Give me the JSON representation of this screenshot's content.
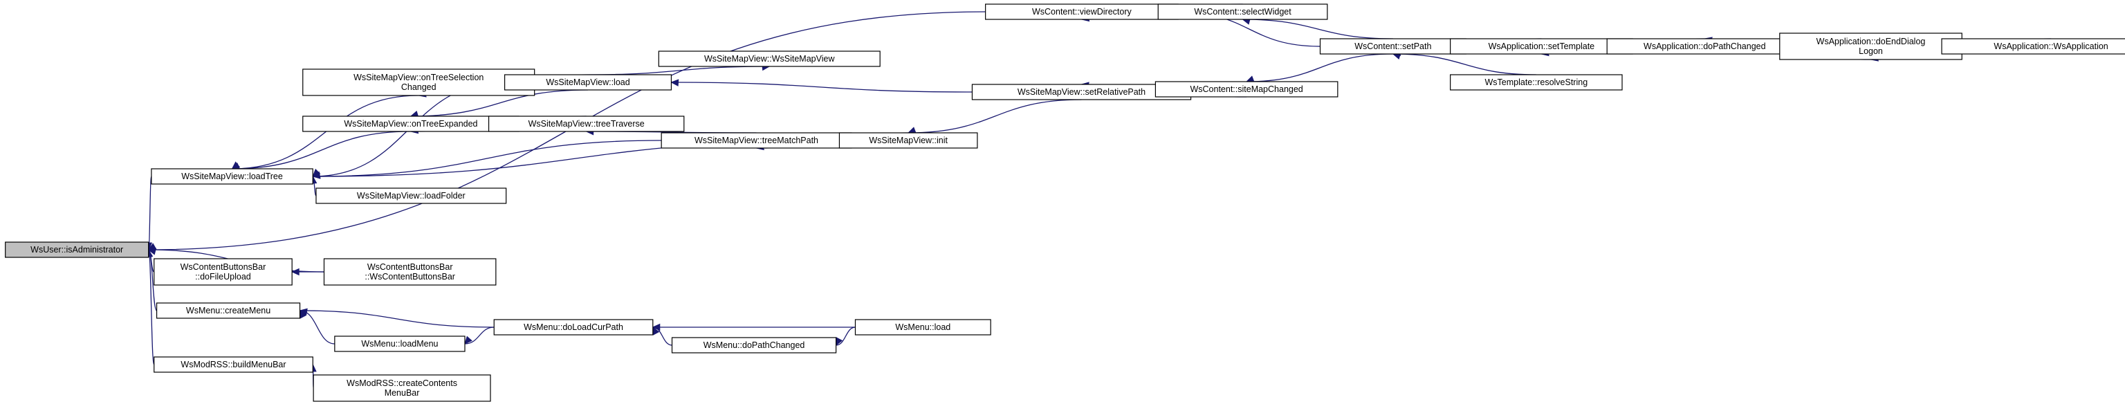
{
  "graph": {
    "nodes": {
      "isAdministrator": [
        "WsUser::isAdministrator"
      ],
      "loadTree": [
        "WsSiteMapView::loadTree"
      ],
      "btnDoFileUpload": [
        "WsContentButtonsBar",
        "::doFileUpload"
      ],
      "btnCtor": [
        "WsContentButtonsBar",
        "::WsContentButtonsBar"
      ],
      "createMenu": [
        "WsMenu::createMenu"
      ],
      "buildMenuBar": [
        "WsModRSS::buildMenuBar"
      ],
      "rssCreateContents": [
        "WsModRSS::createContents",
        "MenuBar"
      ],
      "loadMenu": [
        "WsMenu::loadMenu"
      ],
      "doLoadCurPath": [
        "WsMenu::doLoadCurPath"
      ],
      "menuDoPathChanged": [
        "WsMenu::doPathChanged"
      ],
      "menuLoad": [
        "WsMenu::load"
      ],
      "onTreeSelectionChanged": [
        "WsSiteMapView::onTreeSelection",
        "Changed"
      ],
      "onTreeExpanded": [
        "WsSiteMapView::onTreeExpanded"
      ],
      "loadFolder": [
        "WsSiteMapView::loadFolder"
      ],
      "smvLoad": [
        "WsSiteMapView::load"
      ],
      "smvCtor": [
        "WsSiteMapView::WsSiteMapView"
      ],
      "treeTraverse": [
        "WsSiteMapView::treeTraverse"
      ],
      "treeMatchPath": [
        "WsSiteMapView::treeMatchPath"
      ],
      "smvInit": [
        "WsSiteMapView::init"
      ],
      "setRelativePath": [
        "WsSiteMapView::setRelativePath"
      ],
      "siteMapChanged": [
        "WsContent::siteMapChanged"
      ],
      "viewDirectory": [
        "WsContent::viewDirectory"
      ],
      "selectWidget": [
        "WsContent::selectWidget"
      ],
      "setPath": [
        "WsContent::setPath"
      ],
      "setTemplate": [
        "WsApplication::setTemplate"
      ],
      "resolveString": [
        "WsTemplate::resolveString"
      ],
      "appDoPathChanged": [
        "WsApplication::doPathChanged"
      ],
      "doEndDialogLogon": [
        "WsApplication::doEndDialog",
        "Logon"
      ],
      "appCtor": [
        "WsApplication::WsApplication"
      ]
    },
    "edges": [
      [
        "loadTree",
        "isAdministrator"
      ],
      [
        "btnDoFileUpload",
        "isAdministrator"
      ],
      [
        "btnCtor",
        "isAdministrator"
      ],
      [
        "createMenu",
        "isAdministrator"
      ],
      [
        "buildMenuBar",
        "isAdministrator"
      ],
      [
        "viewDirectory",
        "isAdministrator"
      ],
      [
        "btnCtor",
        "btnDoFileUpload"
      ],
      [
        "loadMenu",
        "createMenu"
      ],
      [
        "doLoadCurPath",
        "createMenu"
      ],
      [
        "doLoadCurPath",
        "loadMenu"
      ],
      [
        "menuDoPathChanged",
        "doLoadCurPath"
      ],
      [
        "menuLoad",
        "doLoadCurPath"
      ],
      [
        "menuLoad",
        "menuDoPathChanged"
      ],
      [
        "rssCreateContents",
        "buildMenuBar"
      ],
      [
        "onTreeSelectionChanged",
        "loadTree"
      ],
      [
        "onTreeExpanded",
        "loadTree"
      ],
      [
        "smvLoad",
        "loadTree"
      ],
      [
        "loadFolder",
        "loadTree"
      ],
      [
        "treeMatchPath",
        "loadTree"
      ],
      [
        "smvInit",
        "loadTree"
      ],
      [
        "smvLoad",
        "onTreeSelectionChanged"
      ],
      [
        "smvLoad",
        "onTreeExpanded"
      ],
      [
        "treeTraverse",
        "onTreeExpanded"
      ],
      [
        "treeMatchPath",
        "treeTraverse"
      ],
      [
        "smvInit",
        "treeMatchPath"
      ],
      [
        "smvLoad",
        "smvCtor"
      ],
      [
        "setRelativePath",
        "smvLoad"
      ],
      [
        "setRelativePath",
        "smvInit"
      ],
      [
        "siteMapChanged",
        "setRelativePath"
      ],
      [
        "selectWidget",
        "viewDirectory"
      ],
      [
        "setPath",
        "viewDirectory"
      ],
      [
        "setPath",
        "selectWidget"
      ],
      [
        "setPath",
        "siteMapChanged"
      ],
      [
        "setTemplate",
        "setPath"
      ],
      [
        "doEndDialogLogon",
        "setPath"
      ],
      [
        "resolveString",
        "setPath"
      ],
      [
        "appDoPathChanged",
        "setTemplate"
      ],
      [
        "doEndDialogLogon",
        "setTemplate"
      ],
      [
        "doEndDialogLogon",
        "appDoPathChanged"
      ],
      [
        "appCtor",
        "doEndDialogLogon"
      ]
    ]
  },
  "colors": {
    "edge": "#191970",
    "root_fill": "#bfbfbf",
    "node_fill": "#ffffff",
    "border": "#000000"
  }
}
